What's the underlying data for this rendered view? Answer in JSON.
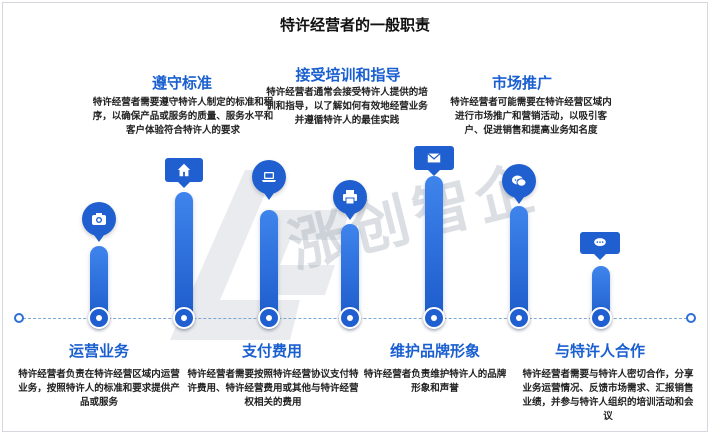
{
  "title": "特许经营者的一般职责",
  "watermark": "涨创智企",
  "items": [
    {
      "heading": "运营业务",
      "desc": "特许经营者负责在特许经营区域内运营业务，按照特许人的标准和要求提供产品或服务",
      "icon": "camera-icon"
    },
    {
      "heading": "遵守标准",
      "desc": "特许经营者需要遵守特许人制定的标准和程序，以确保产品或服务的质量、服务水平和客户体验符合特许人的要求",
      "icon": "home-icon"
    },
    {
      "heading": "支付费用",
      "desc": "特许经营者需要按照特许经营协议支付特许费用、特许经营费用或其他与特许经营权相关的费用",
      "icon": "laptop-icon"
    },
    {
      "heading": "接受培训和指导",
      "desc": "特许经营者通常会接受特许人提供的培训和指导，以了解如何有效地经营业务并遵循特许人的最佳实践",
      "icon": "printer-icon"
    },
    {
      "heading": "维护品牌形象",
      "desc": "特许经营者负责维护特许人的品牌形象和声誉",
      "icon": "envelope-icon"
    },
    {
      "heading": "市场推广",
      "desc": "特许经营者可能需要在特许经营区域内进行市场推广和营销活动，以吸引客户、促进销售和提高业务知名度",
      "icon": "chat-icon"
    },
    {
      "heading": "与特许人合作",
      "desc": "特许经营者需要与特许人密切合作，分享业务运营情况、反馈市场需求、汇报销售业绩，并参与特许人组织的培训活动和会议",
      "icon": "speech-bubble-icon"
    }
  ],
  "colors": {
    "accent": "#1f5fd0",
    "heading": "#1a5fd0",
    "timeline": "#7ca8d6"
  }
}
